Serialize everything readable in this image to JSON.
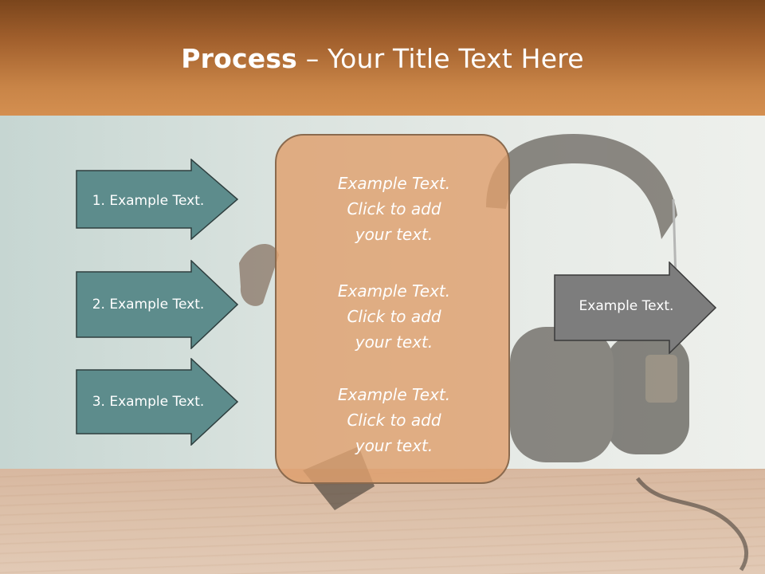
{
  "slide": {
    "title_bold": "Process",
    "title_rest": " – Your Title Text Here"
  },
  "left_arrows": [
    {
      "label": "1. Example Text."
    },
    {
      "label": "2. Example Text."
    },
    {
      "label": "3. Example Text."
    }
  ],
  "center_box": {
    "blocks": [
      {
        "line1": "Example Text.",
        "line2": "Click  to add",
        "line3": "your text."
      },
      {
        "line1": "Example Text.",
        "line2": "Click  to add",
        "line3": "your text."
      },
      {
        "line1": "Example Text.",
        "line2": "Click  to add",
        "line3": "your text."
      }
    ]
  },
  "right_arrow": {
    "label": "Example Text."
  },
  "colors": {
    "header_top": "#7a451c",
    "header_bottom": "#d48f50",
    "teal_arrow": "#5d8c8c",
    "gray_arrow": "#7d7d7d",
    "center_box": "#dfa06e"
  }
}
